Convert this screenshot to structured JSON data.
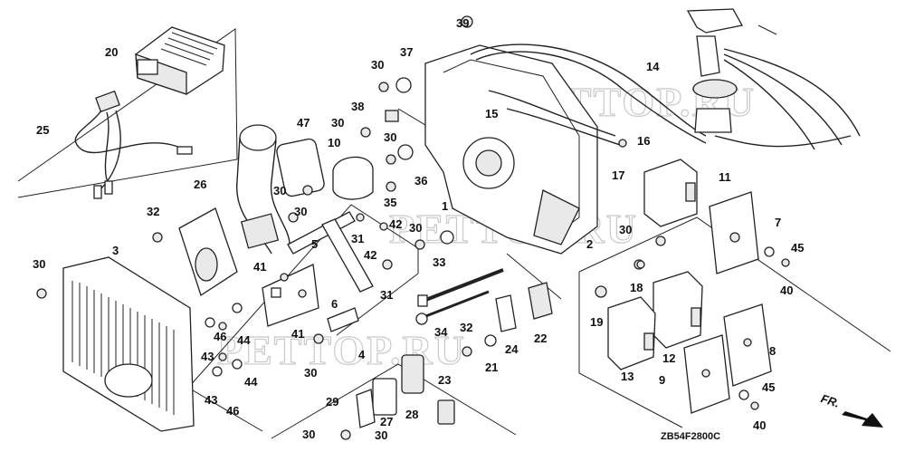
{
  "diagram": {
    "drawing_code": "ZB54F2800C",
    "direction_label": "FR.",
    "watermark": "PETTOP.RU",
    "parts": [
      {
        "n": "1"
      },
      {
        "n": "2"
      },
      {
        "n": "3"
      },
      {
        "n": "4"
      },
      {
        "n": "5"
      },
      {
        "n": "6"
      },
      {
        "n": "7"
      },
      {
        "n": "8"
      },
      {
        "n": "9"
      },
      {
        "n": "10"
      },
      {
        "n": "11"
      },
      {
        "n": "12"
      },
      {
        "n": "13"
      },
      {
        "n": "14"
      },
      {
        "n": "15"
      },
      {
        "n": "16"
      },
      {
        "n": "17"
      },
      {
        "n": "18"
      },
      {
        "n": "19"
      },
      {
        "n": "20"
      },
      {
        "n": "21"
      },
      {
        "n": "22"
      },
      {
        "n": "23"
      },
      {
        "n": "24"
      },
      {
        "n": "25"
      },
      {
        "n": "26"
      },
      {
        "n": "27"
      },
      {
        "n": "28"
      },
      {
        "n": "29"
      },
      {
        "n": "30"
      },
      {
        "n": "30"
      },
      {
        "n": "30"
      },
      {
        "n": "30"
      },
      {
        "n": "30"
      },
      {
        "n": "30"
      },
      {
        "n": "30"
      },
      {
        "n": "30"
      },
      {
        "n": "30"
      },
      {
        "n": "30"
      },
      {
        "n": "30"
      },
      {
        "n": "31"
      },
      {
        "n": "31"
      },
      {
        "n": "32"
      },
      {
        "n": "32"
      },
      {
        "n": "33"
      },
      {
        "n": "34"
      },
      {
        "n": "35"
      },
      {
        "n": "36"
      },
      {
        "n": "37"
      },
      {
        "n": "38"
      },
      {
        "n": "39"
      },
      {
        "n": "40"
      },
      {
        "n": "40"
      },
      {
        "n": "41"
      },
      {
        "n": "41"
      },
      {
        "n": "42"
      },
      {
        "n": "42"
      },
      {
        "n": "43"
      },
      {
        "n": "43"
      },
      {
        "n": "44"
      },
      {
        "n": "44"
      },
      {
        "n": "45"
      },
      {
        "n": "45"
      },
      {
        "n": "46"
      },
      {
        "n": "46"
      },
      {
        "n": "47"
      }
    ]
  }
}
